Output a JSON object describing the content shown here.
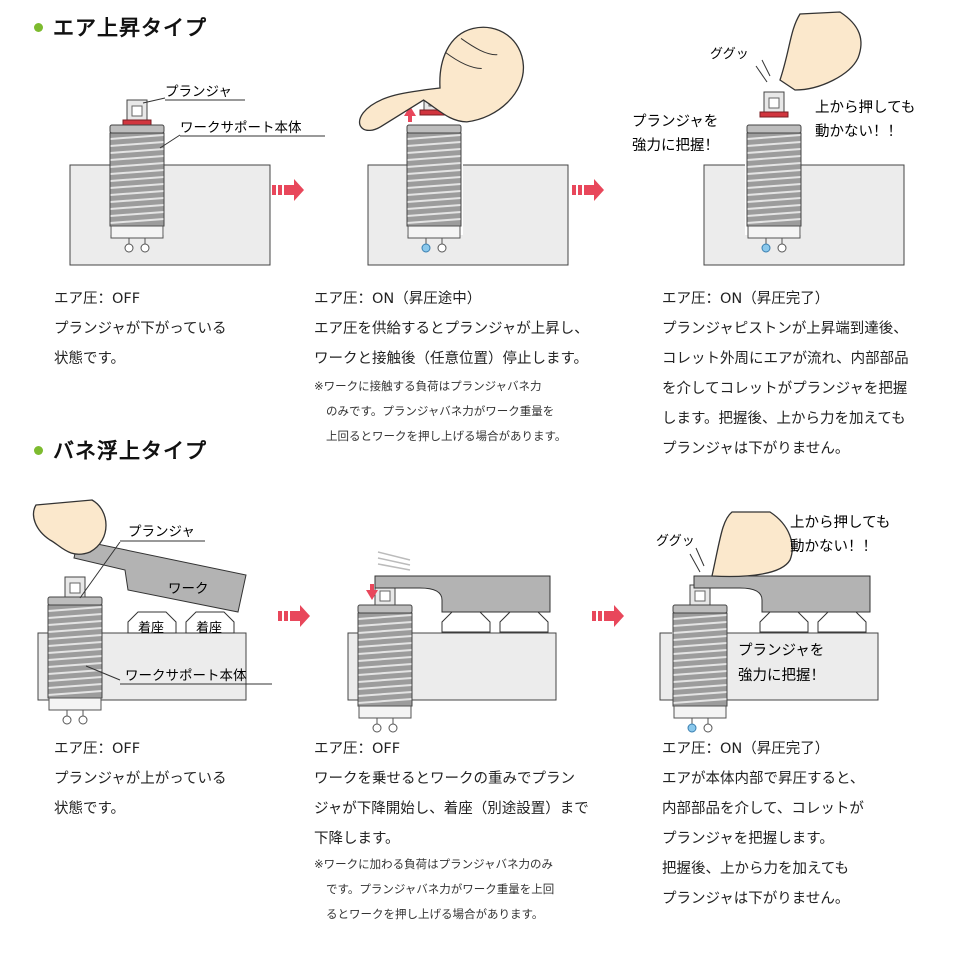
{
  "sections": {
    "air": {
      "title": "エア上昇タイプ"
    },
    "spring": {
      "title": "バネ浮上タイプ"
    }
  },
  "labels": {
    "plunger": "プランジャ",
    "body": "ワークサポート本体",
    "work": "ワーク",
    "seat": "着座",
    "guggu": "ググッ",
    "grip_line1": "プランジャを",
    "grip_line2": "強力に把握！",
    "nomove_line1": "上から押しても",
    "nomove_line2": "動かない！！"
  },
  "air": {
    "s1": {
      "state": "エア圧：OFF",
      "lines": [
        "プランジャが下がっている",
        "状態です。"
      ]
    },
    "s2": {
      "state": "エア圧：ON（昇圧途中）",
      "lines": [
        "エア圧を供給するとプランジャが上昇し、",
        "ワークと接触後（任意位置）停止します。"
      ],
      "notes": [
        "※ワークに接触する負荷はプランジャバネ力",
        "のみです。プランジャバネ力がワーク重量を",
        "上回るとワークを押し上げる場合があります。"
      ]
    },
    "s3": {
      "state": "エア圧：ON（昇圧完了）",
      "lines": [
        "プランジャピストンが上昇端到達後、",
        "コレット外周にエアが流れ、内部部品",
        "を介してコレットがプランジャを把握",
        "します。把握後、上から力を加えても",
        "プランジャは下がりません。"
      ]
    }
  },
  "spring": {
    "s1": {
      "state": "エア圧：OFF",
      "lines": [
        "プランジャが上がっている",
        "状態です。"
      ]
    },
    "s2": {
      "state": "エア圧：OFF",
      "lines": [
        "ワークを乗せるとワークの重みでプラン",
        "ジャが下降開始し、着座（別途設置）まで",
        "下降します。"
      ],
      "notes": [
        "※ワークに加わる負荷はプランジャバネ力のみ",
        "です。プランジャバネ力がワーク重量を上回",
        "るとワークを押し上げる場合があります。"
      ]
    },
    "s3": {
      "state": "エア圧：ON（昇圧完了）",
      "lines": [
        "エアが本体内部で昇圧すると、",
        "内部部品を介して、コレットが",
        "プランジャを把握します。",
        "把握後、上から力を加えても",
        "プランジャは下がりません。"
      ]
    }
  },
  "colors": {
    "accent_dot": "#7dbb2f",
    "arrow": "#e8475b",
    "air_blue": "#8ac8ec",
    "ring_red": "#d1353e",
    "block_gray": "#ececec",
    "work_gray": "#b3b3b3",
    "skin": "#fbe8cc"
  }
}
